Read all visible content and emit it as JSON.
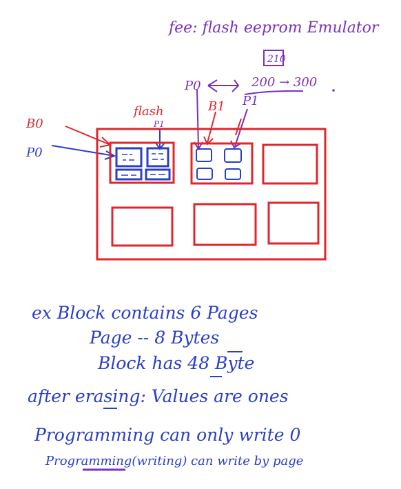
{
  "title": "fee: flash eeprom Emulator",
  "annotations": {
    "box_value": "210",
    "p0": "P0",
    "range": "200 → 300",
    "b1": "B1",
    "p1": "P1",
    "flash": "flash",
    "p1_small": "P1",
    "b0": "B0",
    "p0_left": "P0"
  },
  "notes": [
    "ex  Block contains 6 Pages",
    "Page  --  8 Bytes",
    "Block has 48 Byte",
    "after erasing: Values are ones",
    "Programming can only write 0",
    "Programming(writing) can write by page"
  ],
  "colors": {
    "purple": "#7b2fbf",
    "red": "#e0262c",
    "blue": "#2a3ec6"
  }
}
